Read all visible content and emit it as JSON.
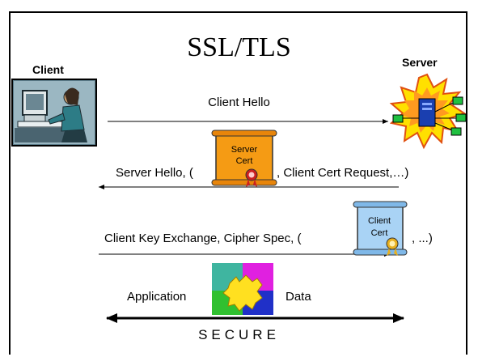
{
  "title": "SSL/TLS",
  "client": {
    "label": "Client",
    "icon": "person-at-computer-icon"
  },
  "server": {
    "label": "Server",
    "icon": "server-network-icon"
  },
  "messages": {
    "client_hello": "Client Hello",
    "server_hello_prefix": "Server Hello, (",
    "server_hello_suffix": ", Client Cert Request,…)",
    "key_exchange_prefix": "Client Key Exchange, Cipher Spec, (",
    "key_exchange_suffix": ", ...)"
  },
  "server_cert": {
    "line1": "Server",
    "line2": "Cert",
    "color": "#f59b14"
  },
  "client_cert": {
    "line1": "Client",
    "line2": "Cert",
    "color": "#a9d3f5"
  },
  "data_exchange": {
    "left_label": "Application",
    "right_label": "Data",
    "icon": "puzzle-icon"
  },
  "secure_label": "SECURE"
}
